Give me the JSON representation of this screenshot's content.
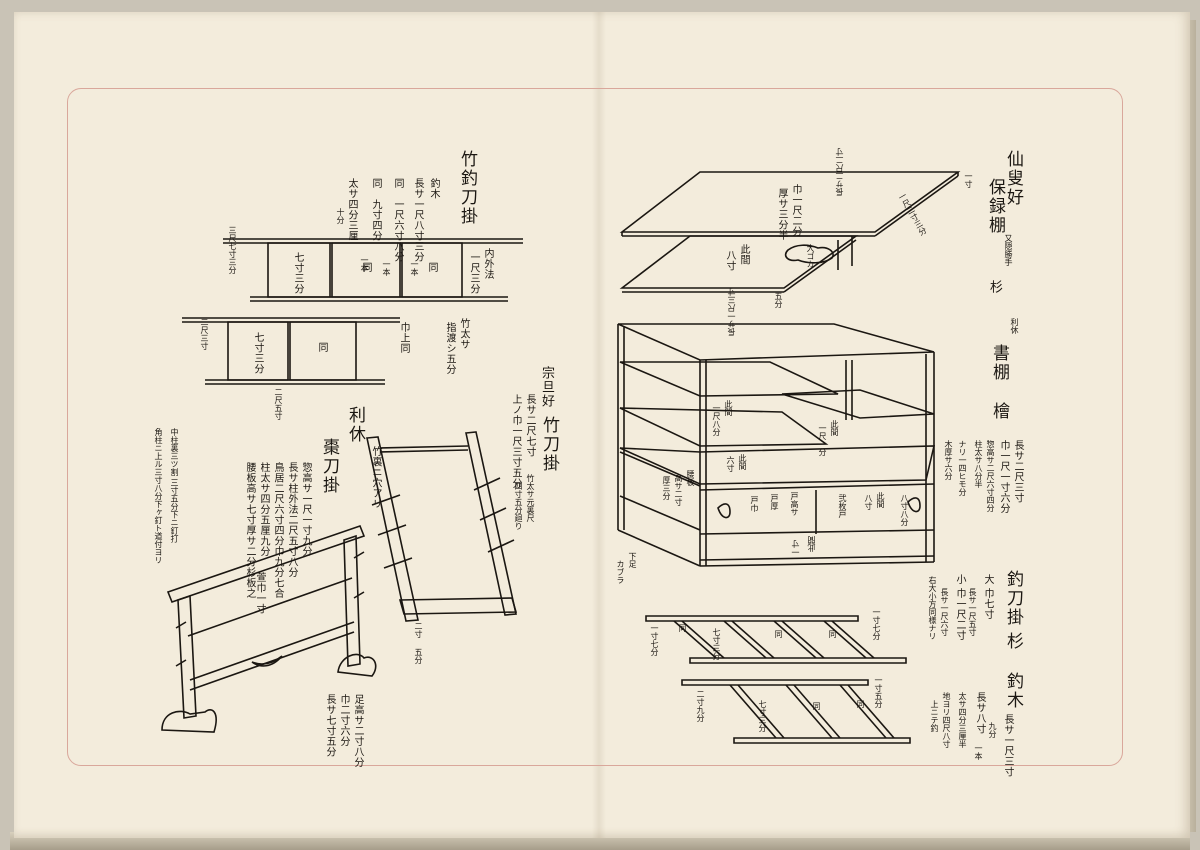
{
  "left_page": {
    "title_bamboo_rack": "竹釣刀掛",
    "bamboo_rack_specs": [
      "釣木",
      "長サ一尺八寸三分",
      "一本",
      "同　一尺六寸八分",
      "一本",
      "同　九寸四分",
      "一本",
      "太サ四分三厘",
      "十分"
    ],
    "bamboo_notes": [
      "内外法",
      "一尺三分"
    ],
    "bamboo_upper_labels": [
      "七寸三分",
      "同",
      "同"
    ],
    "bamboo_lower_labels": [
      "七寸三分",
      "同"
    ],
    "bamboo_side_note": [
      "竹太サ",
      "指渡シ五分",
      "巾上同"
    ],
    "bamboo_dimension_marks": [
      "三尺七寸三分",
      "二尺五寸",
      "二尺三寸"
    ],
    "title_sotan": "宗旦好",
    "title_sotan_rack": "竹刀掛",
    "sotan_specs": [
      "長サ二尺七寸",
      "上ノ巾一尺三寸五分"
    ],
    "sotan_note": [
      "竹太サ元裏尺",
      "四寸五分廻り"
    ],
    "sotan_pole_label": "竹裏ニ穴アリ",
    "sotan_base_label": [
      "二寸",
      "五分"
    ],
    "title_rikyu": "利休",
    "title_rikyu_rack": "棗刀掛",
    "rikyu_specs": [
      "惣高サ一尺一寸九分",
      "長サ柱外法二尺五寸八分",
      "鳥居二尺六寸四分巾九分七合",
      "柱太サ四分五厘九分",
      "腰板高サ七寸厚サ二分杉板之"
    ],
    "rikyu_side_note": [
      "中柱裏三ツ割 三寸五分下ニ釘打",
      "角柱ニ上ル三寸八分下ヶ釘ト道付ヨリ"
    ],
    "rikyu_panel_label": "萱巾一寸",
    "rikyu_foot_specs": [
      "足高サ二寸八分",
      "巾二寸六分",
      "長サ七寸五分"
    ]
  },
  "right_page": {
    "title_sensou": "仙叟好",
    "title_sensou_shelf": "保録棚",
    "sensou_subtitle": "又隠勝手",
    "sensou_material": "杉",
    "top_board_specs": [
      "巾一尺二分",
      "厚サ三分半"
    ],
    "top_board_marks": [
      "長サ二尺二寸",
      "一寸",
      "一尺二寸三分"
    ],
    "second_board_labels": [
      "此間",
      "八寸"
    ],
    "second_board_marks": [
      "長サ一尺三寸",
      "五分"
    ],
    "shelf_badge": "大ゴカ",
    "title_rikyu_shelf_prefix": "利休",
    "title_rikyu_shelf": "書棚",
    "rikyu_shelf_material": "檜",
    "shelf_specs": [
      "長サ二尺三寸",
      "巾一尺一寸六分",
      "惣高サ二尺六寸四分",
      "柱太サ八分半",
      "ナリ一四ヒモ分",
      "木厚サ六分"
    ],
    "shelf_inner_labels": [
      "此間",
      "一尺八分",
      "此間",
      "一尺一分",
      "此間",
      "六寸",
      "此間",
      "八寸"
    ],
    "shelf_door_labels": [
      "腰板",
      "高サ二寸",
      "厚三分",
      "戸高サ",
      "戸厚",
      "戸巾",
      "弐枚戸",
      "八寸八分"
    ],
    "shelf_base_labels": [
      "此間",
      "一寸",
      "下足",
      "カブラ"
    ],
    "title_hanging_rack": "釣刀掛",
    "hanging_rack_material": "杉",
    "hanging_rack_specs": [
      "大 巾七寸",
      "長サ一尺五寸",
      "小 巾一尺二寸",
      "長サ一尺六寸",
      "右大小方同様ナリ"
    ],
    "title_tsurigi": "釣木",
    "tsurigi_specs": [
      "長サ一尺三寸",
      "九分",
      "長サ八寸",
      "一本",
      "太サ四分三厘半",
      "地ヨリ四尺八寸",
      "上ニテ釣"
    ],
    "rack_upper_labels": [
      "七寸三分",
      "同",
      "同",
      "同"
    ],
    "rack_lower_labels": [
      "七寸三分",
      "同",
      "同"
    ],
    "rack_dimension_marks": [
      "一寸七分",
      "一寸七分",
      "二寸九分",
      "一寸五分"
    ]
  }
}
